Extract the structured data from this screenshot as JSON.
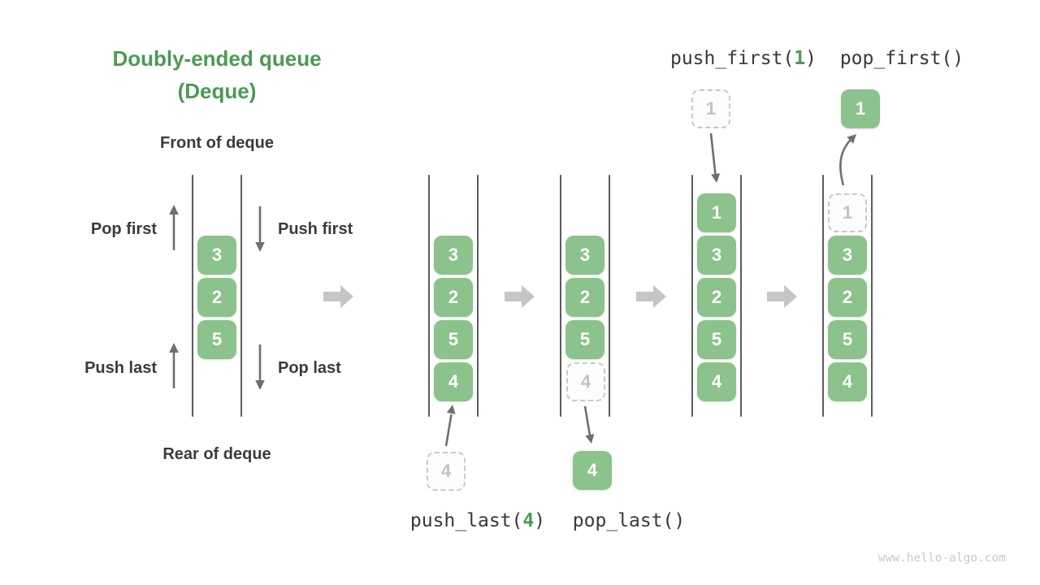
{
  "title": {
    "line1": "Doubly-ended queue",
    "line2": "(Deque)"
  },
  "deque_labels": {
    "front": "Front of deque",
    "rear": "Rear of deque",
    "pop_first": "Pop first",
    "push_first": "Push first",
    "push_last": "Push last",
    "pop_last": "Pop last"
  },
  "operations": {
    "push_last_prefix": "push_last(",
    "push_last_arg": "4",
    "push_last_suffix": ")",
    "pop_last": "pop_last()",
    "push_first_prefix": "push_first(",
    "push_first_arg": "1",
    "push_first_suffix": ")",
    "pop_first": "pop_first()"
  },
  "queues": {
    "q1": {
      "cells": [
        "3",
        "2",
        "5"
      ]
    },
    "q2": {
      "cells": [
        "3",
        "2",
        "5",
        "4"
      ],
      "incoming": "4"
    },
    "q3": {
      "cells": [
        "3",
        "2",
        "5"
      ],
      "ghost": "4",
      "popped": "4"
    },
    "q4": {
      "cells": [
        "1",
        "3",
        "2",
        "5",
        "4"
      ],
      "incoming": "1"
    },
    "q5": {
      "cells": [
        "3",
        "2",
        "5",
        "4"
      ],
      "ghost": "1",
      "popped": "1"
    }
  },
  "colors": {
    "green_box": "#8CC28C",
    "green_accent": "#4C9A52",
    "text_dark": "#3B3B3B",
    "thin_arrow_gray": "#6F6F6F",
    "big_arrow_gray": "#C5C5C5",
    "ghost_border": "#C9C9C9",
    "ghost_text": "#C2C2C2",
    "queue_line": "#5C5C5C",
    "watermark_gray": "#C9C9C9"
  },
  "watermark": "www.hello-algo.com"
}
